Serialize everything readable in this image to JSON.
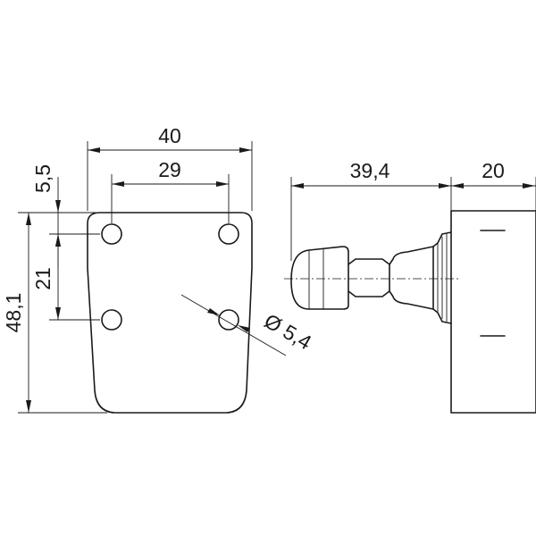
{
  "dimensions": {
    "plate_width": "40",
    "hole_spacing_horizontal": "29",
    "top_offset": "5,5",
    "hole_spacing_vertical": "21",
    "plate_height": "48,1",
    "hole_diameter": "Ø 5,4",
    "knob_length": "39,4",
    "body_depth": "20"
  }
}
